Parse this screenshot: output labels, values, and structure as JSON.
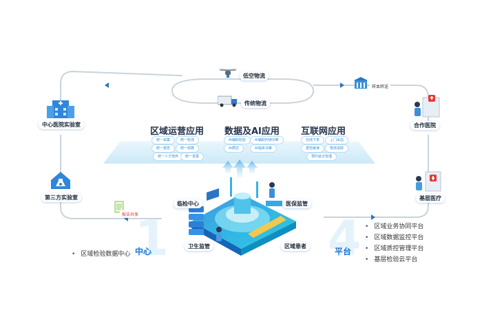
{
  "logistics": {
    "top": "低空物流",
    "bottom": "传统物流"
  },
  "nodes": {
    "central_lab": "中心医院实验室",
    "third_party_lab": "第三方实验室",
    "partner_hospital": "合作医院",
    "primary_care": "基层医疗",
    "inspection_center": "临检中心",
    "medical_insurance": "医保监管",
    "health_supervision": "卫生监管",
    "regional_patients": "区域患者"
  },
  "tags": {
    "specimen_transfer": "样本转送",
    "report_share": "报告共享"
  },
  "columns": [
    {
      "title": "区域运营应用",
      "items": [
        "统一采集",
        "统一检测",
        "统一报告",
        "统一结算",
        "统一人才培养",
        "统一发展"
      ]
    },
    {
      "title": "数据及AI应用",
      "items": [
        "AI辅助检验",
        "AI辅助判读诊断",
        "AI质控",
        "AI临床决策"
      ]
    },
    {
      "title": "互联网应用",
      "items": [
        "在线下单",
        "上门采血",
        "报告解读",
        "物流追踪",
        "预约就诊管理"
      ]
    }
  ],
  "numbers": {
    "left": "1",
    "left_suffix": "中心",
    "right": "4",
    "right_suffix": "平台"
  },
  "center_list": [
    "区域检验数据中心"
  ],
  "platform_list": [
    "区域业务协同平台",
    "区域数据监控平台",
    "区域质控管理平台",
    "基层检验云平台"
  ],
  "colors": {
    "accent": "#1976d2",
    "line": "#c9d3dc",
    "panel": "#cdeaf8"
  }
}
